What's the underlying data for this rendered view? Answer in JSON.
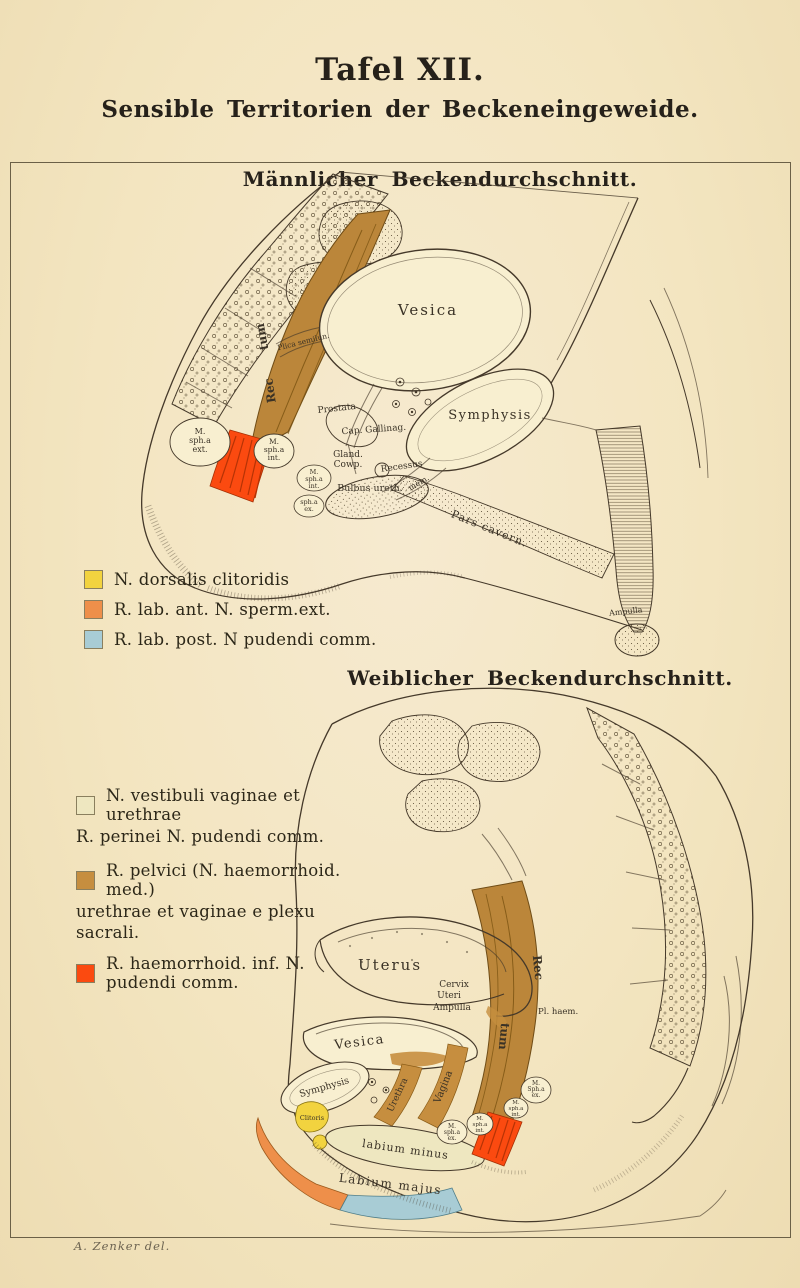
{
  "plate": {
    "title": "Tafel XII.",
    "subtitle": "Sensible Territorien der Beckeneingeweide.",
    "signature": "A. Zenker del."
  },
  "colors": {
    "paper": "#f3e5c0",
    "ink": "#45392a",
    "organ_fill": "#f8efd0",
    "rectum_brown": "#bb863a",
    "rectum_brown_dark": "#7d5513",
    "anal_red": "#fb4a10",
    "anal_red_dark": "#b63305",
    "clitoris_yellow": "#f2d33f",
    "labium_ant_orange": "#ee8f4a",
    "labium_post_blue": "#a8ccd5",
    "vestibule_cream": "#eee7c0",
    "pelvic_tan": "#c68e3f"
  },
  "male": {
    "heading": "Männlicher Beckendurchschnitt.",
    "labels": {
      "vesica": "Vesica",
      "symphysis": "Symphysis",
      "rectum_upper": "tum",
      "rectum_lower": "Rec",
      "plica": "Plica semilun.",
      "prostata": "Prostata",
      "cap_gallinag": "Cap. Gallinag.",
      "gland": "Gland.",
      "cowp": "Cowp.",
      "recessus": "Recessus",
      "mem": "mem.",
      "bulbus": "Bulbus ureth.",
      "pars_cavern": "Pars cavern.",
      "ampulla": "Ampulla"
    },
    "sphincters": {
      "left_ext": [
        "M.",
        "sph.a",
        "ext."
      ],
      "left_int": [
        "M.",
        "sph.a",
        "int."
      ],
      "right_int": [
        "M.",
        "sph.a",
        "int."
      ],
      "right_ex": [
        "sph.a",
        "ex."
      ]
    }
  },
  "legend_male": {
    "items": [
      {
        "swatch": "#f2d33f",
        "text": "N. dorsalis clitoridis"
      },
      {
        "swatch": "#ee8f4a",
        "text": "R. lab. ant. N. sperm.ext."
      },
      {
        "swatch": "#a8ccd5",
        "text": "R. lab. post. N pudendi comm."
      }
    ]
  },
  "female": {
    "heading": "Weiblicher Beckendurchschnitt.",
    "labels": {
      "uterus": "Uterus",
      "cervix": "Cervix",
      "uteri": "Uteri",
      "ampulla": "Ampulla",
      "vesica": "Vesica",
      "symphysis": "Symphysis",
      "clitoris": "Clitoris",
      "labium_minus": "labium minus",
      "labium_majus": "Labium majus",
      "urethra": "Urethra",
      "vagina": "Vagina",
      "rectum_upper": "Rec",
      "rectum_lower": "tum",
      "pl_haem": "Pl. haem."
    },
    "sphincters": {
      "left_ex": [
        "M.",
        "sph.a",
        "ex."
      ],
      "left_int": [
        "M.",
        "sph.a",
        "int."
      ],
      "right_ex": [
        "M.",
        "Sph.a",
        "ex."
      ],
      "right_int": [
        "M.",
        "sph.a",
        "int."
      ]
    }
  },
  "legend_female": {
    "items": [
      {
        "swatch": "#eee7c0",
        "line1": "N. vestibuli vaginae et urethrae",
        "line2": "R. perinei N. pudendi comm."
      },
      {
        "swatch": "#c68e3f",
        "line1": "R. pelvici (N. haemorrhoid. med.)",
        "line2": "urethrae et vaginae e plexu sacrali."
      },
      {
        "swatch": "#fb4a10",
        "line1": "R. haemorrhoid. inf. N. pudendi comm."
      }
    ]
  }
}
